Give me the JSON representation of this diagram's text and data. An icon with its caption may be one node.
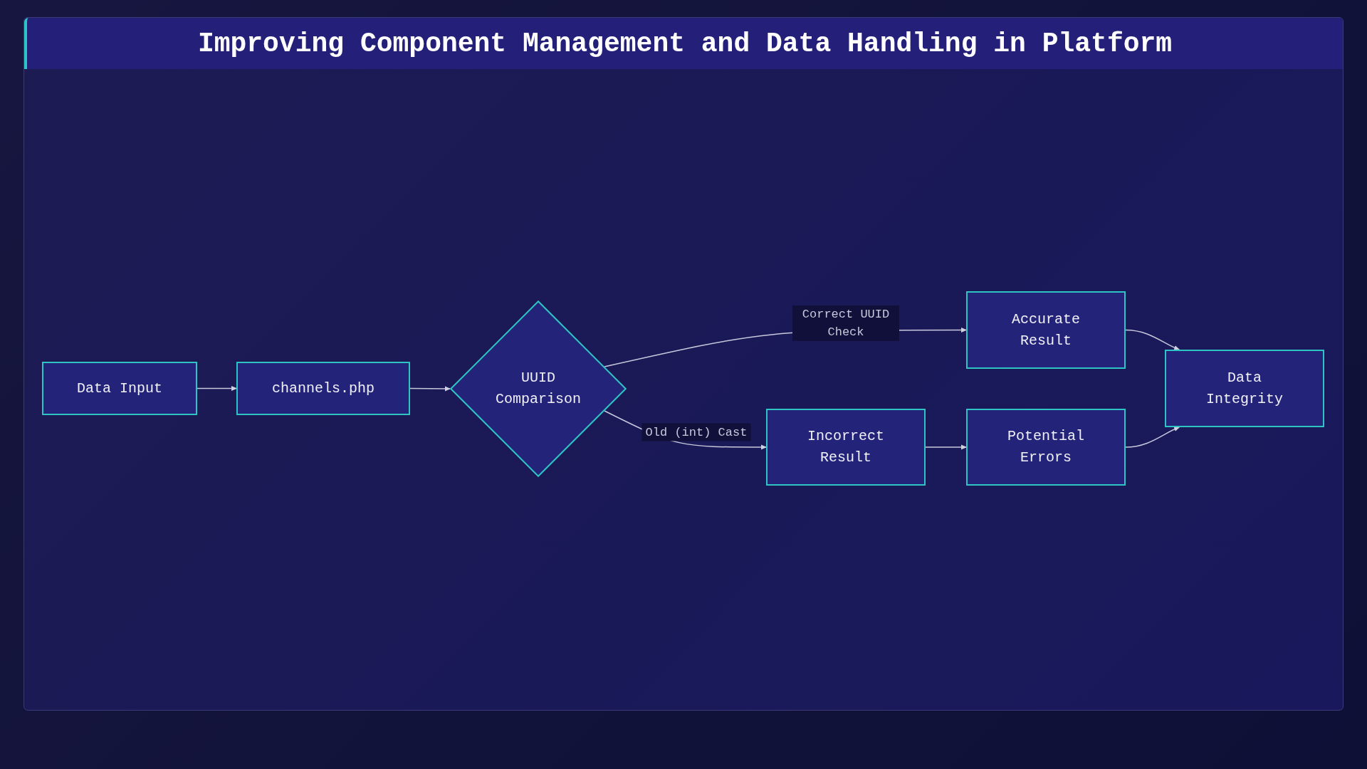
{
  "diagram": {
    "title": "Improving Component Management and Data Handling in Platform",
    "nodes": [
      {
        "text": [
          "Data Input"
        ]
      },
      {
        "text": [
          "channels.php"
        ]
      },
      {
        "text": [
          "UUID Comparison"
        ]
      },
      {
        "text": [
          "Accurate Result"
        ]
      },
      {
        "text": [
          "Incorrect Result"
        ]
      },
      {
        "text": [
          "Potential Errors"
        ]
      },
      {
        "text": [
          "Data Integrity"
        ]
      }
    ],
    "edges": [
      {
        "from": 0,
        "to": 1,
        "arrow": "to"
      },
      {
        "from": 1,
        "to": 2,
        "arrow": "to"
      },
      {
        "from": 2,
        "to": 3,
        "arrow": "to",
        "label": "Correct UUID Check"
      },
      {
        "from": 2,
        "to": 4,
        "arrow": "to",
        "label": "Old (int) Cast"
      },
      {
        "from": 4,
        "to": 5,
        "arrow": "to"
      },
      {
        "from": 3,
        "to": 6,
        "arrow": "to"
      },
      {
        "from": 5,
        "to": 6,
        "arrow": "to"
      }
    ]
  }
}
